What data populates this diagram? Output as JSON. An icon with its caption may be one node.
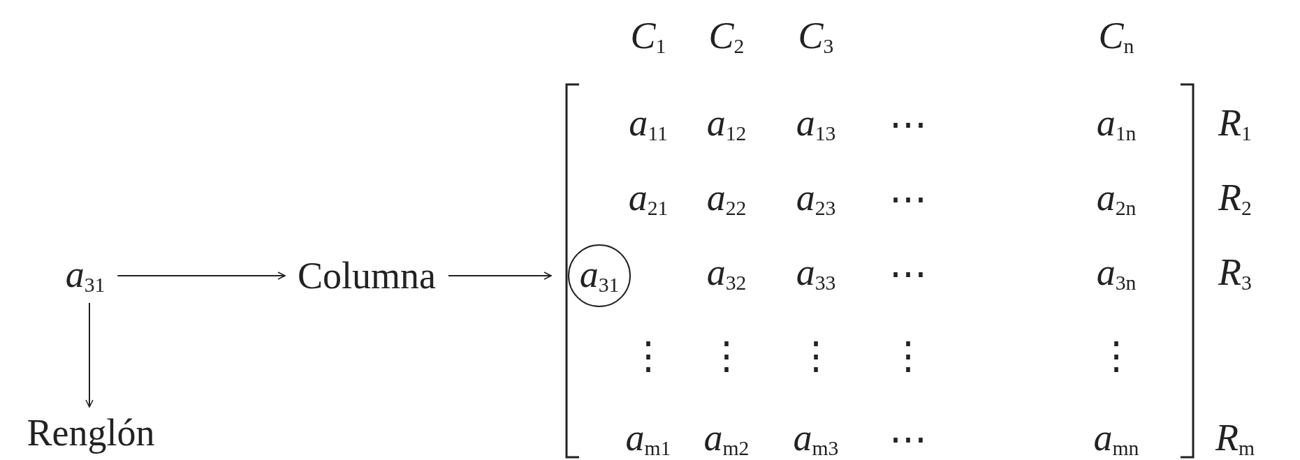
{
  "diagram": {
    "nodes": [
      {
        "text": [
          "*a*$_{31}$"
        ]
      },
      {
        "text": [
          "Columna"
        ]
      },
      {
        "text": [
          "Renglón"
        ]
      },
      {
        "text": [],
        "shape": "bracket"
      },
      {
        "text": [
          "*a*$_{31}$"
        ],
        "in": 3
      }
    ],
    "edges": [
      {
        "from": 0,
        "to": 1,
        "arrow": "to"
      },
      {
        "from": 1,
        "to": 3,
        "arrow": "to"
      },
      {
        "from": 0,
        "to": 2,
        "arrow": "to"
      }
    ],
    "labels": [
      "*C*$_{1}$",
      "*C*$_{2}$",
      "*C*$_{3}$",
      "*C*$_{n}$",
      "*a*$_{11}$",
      "*a*$_{12}$",
      "*a*$_{13}$",
      "⋯",
      "*a*$_{1n}$",
      "*R*$_{1}$",
      "*a*$_{21}$",
      "*a*$_{22}$",
      "*a*$_{23}$",
      "⋯",
      "*a*$_{2n}$",
      "*R*$_{2}$",
      "*a*$_{32}$",
      "*a*$_{33}$",
      "⋯",
      "*a*$_{3n}$",
      "*R*$_{3}$",
      "⋮",
      "⋮",
      "⋮",
      "⋮",
      "⋮",
      "*a*$_{m1}$",
      "*a*$_{m2}$",
      "*a*$_{m3}$",
      "⋯",
      "*a*$_{mn}$",
      "*R*$_{m}$"
    ]
  }
}
